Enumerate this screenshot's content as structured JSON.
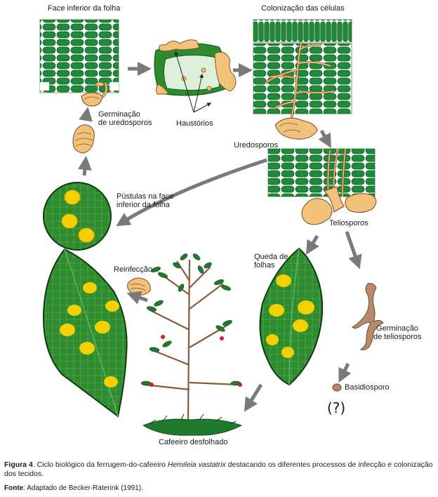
{
  "labels": {
    "face_inferior": "Face inferior da folha",
    "colonizacao": "Colonização das células",
    "germinacao_uredo_1": "Germinação",
    "germinacao_uredo_2": "de uredosporos",
    "haustorios": "Haustórios",
    "uredosporos": "Uredosporos",
    "pustulas_1": "Pústulas na face",
    "pustulas_2": "inferior da folha",
    "teliosporos": "Teliosporos",
    "queda_1": "Queda de",
    "queda_2": "folhas",
    "reinfeccao": "Reinfecção",
    "germinacao_telio_1": "Germinação",
    "germinacao_telio_2": "de teliosporos",
    "basidiosporo": "Basidiosporo",
    "question": "(?)",
    "cafeeiro": "Cafeeiro desfolhado"
  },
  "caption": {
    "fig_label": "Figura 4",
    "text_before": ". Ciclo biológico da ferrugem-do-cafeeiro ",
    "species": "Hemileia vastatrix",
    "text_after": " destacando os diferentes processos de infecção e colonização dos tecidos."
  },
  "source": {
    "label": "Fonte",
    "text": ": Adaptado de Becker-Raterink (1991)."
  },
  "colors": {
    "leaf_green": "#2e8b2e",
    "cell_green": "#1f8a3a",
    "fungus_tan": "#f2c27a",
    "pustule_yellow": "#f5d000",
    "arrow_gray": "#7a7a7a",
    "berry_red": "#d0202a",
    "stem_brown": "#8a5a3c"
  }
}
